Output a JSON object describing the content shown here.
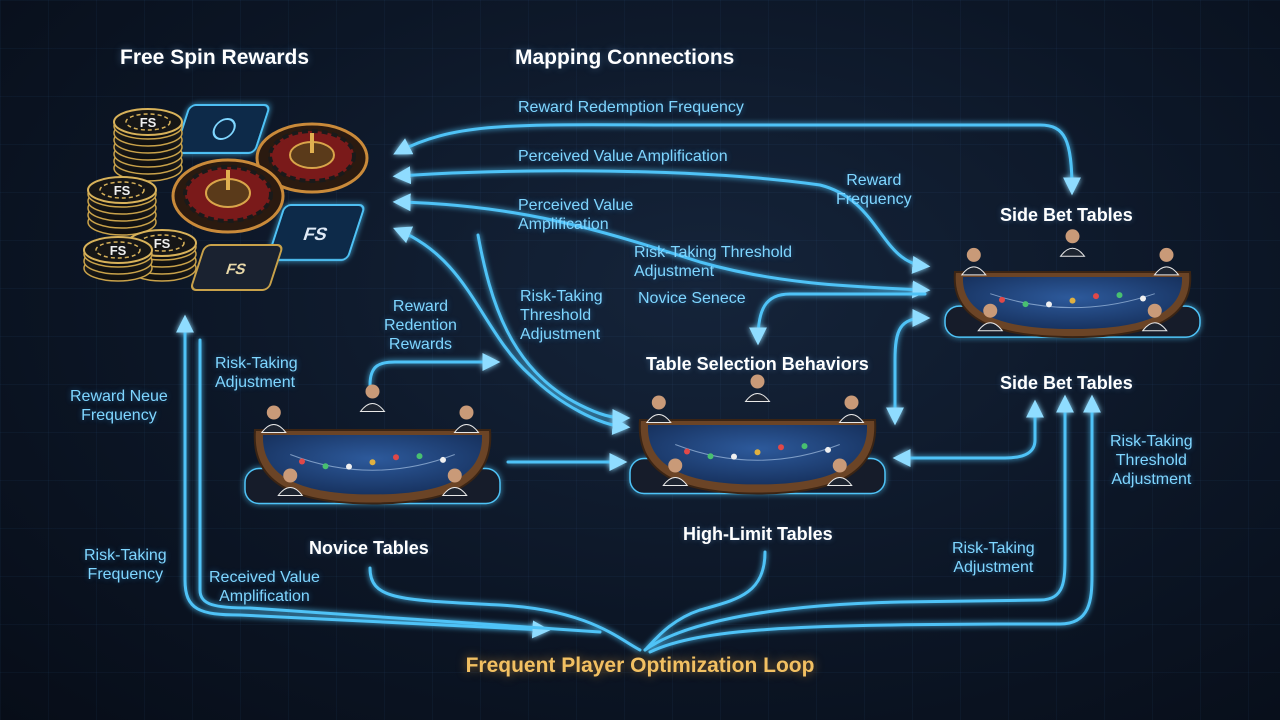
{
  "headings": {
    "free_spin_rewards": "Free Spin Rewards",
    "mapping_connections": "Mapping Connections",
    "loop_title": "Frequent Player Optimization Loop"
  },
  "nodes": {
    "side_bet_top": "Side Bet Tables",
    "side_bet_bottom": "Side Bet Tables",
    "table_selection": "Table Selection Behaviors",
    "high_limit": "High-Limit Tables",
    "novice": "Novice Tables"
  },
  "chip_text": "FS",
  "connection_labels": {
    "reward_redemption_frequency": "Reward Redemption Frequency",
    "perceived_value_amplification_1": "Perceived Value Amplification",
    "perceived_value_amplification_2": [
      "Perceived Value",
      "Amplification"
    ],
    "reward_frequency": [
      "Reward",
      "Frequency"
    ],
    "risk_taking_threshold_adjustment_1": [
      "Risk-Taking Threshold",
      "Adjustment"
    ],
    "novice_senece": "Novice Senece",
    "risk_taking_threshold_adjustment_2": [
      "Risk-Taking",
      "Threshold",
      "Adjustment"
    ],
    "reward_redention_rewards": [
      "Reward",
      "Redention",
      "Rewards"
    ],
    "risk_taking_adjustment_left": [
      "Risk-Taking",
      "Adjustment"
    ],
    "reward_neue_frequency": [
      "Reward Neue",
      "Frequency"
    ],
    "risk_taking_frequency": [
      "Risk-Taking",
      "Frequency"
    ],
    "received_value_amplification": [
      "Received Value",
      "Amplification"
    ],
    "risk_taking_adjustment_right": [
      "Risk-Taking",
      "Adjustment"
    ],
    "risk_taking_threshold_adjustment_right": [
      "Risk-Taking",
      "Threshold",
      "Adjustment"
    ]
  },
  "colors": {
    "connector": "#4fc3f7",
    "label": "#7fd6ff",
    "loop_title": "#f2c062",
    "felt": "#1f3f75",
    "table_rim": "#6b4426"
  }
}
